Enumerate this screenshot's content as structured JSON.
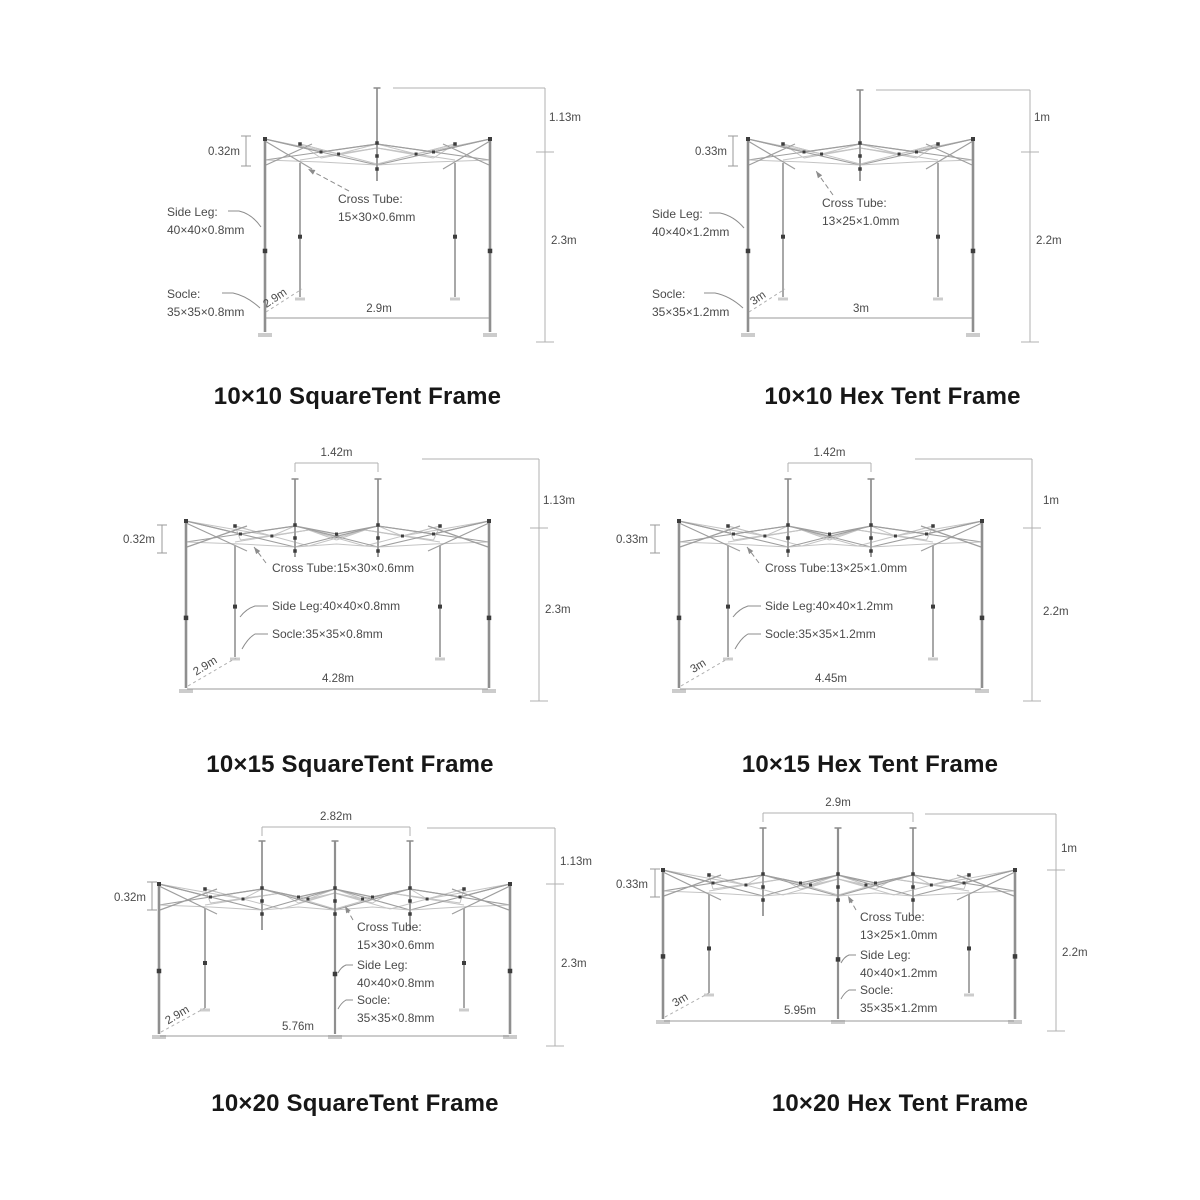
{
  "page": {
    "background": "#ffffff"
  },
  "panels": [
    {
      "id": "10x10-square",
      "title": "10×10 SquareTent Frame",
      "dims": {
        "canopy_height": "0.32m",
        "peak_height": "1.13m",
        "leg_height": "2.3m",
        "depth": "2.9m",
        "width": "2.9m",
        "peak_span": null
      },
      "labels": {
        "cross_tube_title": "Cross Tube:",
        "cross_tube_size": "15×30×0.6mm",
        "side_leg_title": "Side Leg:",
        "side_leg_size": "40×40×0.8mm",
        "socle_title": "Socle:",
        "socle_size": "35×35×0.8mm"
      }
    },
    {
      "id": "10x10-hex",
      "title": "10×10 Hex Tent Frame",
      "dims": {
        "canopy_height": "0.33m",
        "peak_height": "1m",
        "leg_height": "2.2m",
        "depth": "3m",
        "width": "3m",
        "peak_span": null
      },
      "labels": {
        "cross_tube_title": "Cross Tube:",
        "cross_tube_size": "13×25×1.0mm",
        "side_leg_title": "Side Leg:",
        "side_leg_size": "40×40×1.2mm",
        "socle_title": "Socle:",
        "socle_size": "35×35×1.2mm"
      }
    },
    {
      "id": "10x15-square",
      "title": "10×15 SquareTent Frame",
      "dims": {
        "canopy_height": "0.32m",
        "peak_height": "1.13m",
        "leg_height": "2.3m",
        "depth": "2.9m",
        "width": "4.28m",
        "peak_span": "1.42m"
      },
      "labels": {
        "cross_tube_title": "Cross Tube:",
        "cross_tube_size": "15×30×0.6mm",
        "side_leg_title": "Side Leg:",
        "side_leg_size": "40×40×0.8mm",
        "socle_title": "Socle:",
        "socle_size": "35×35×0.8mm"
      }
    },
    {
      "id": "10x15-hex",
      "title": "10×15 Hex Tent Frame",
      "dims": {
        "canopy_height": "0.33m",
        "peak_height": "1m",
        "leg_height": "2.2m",
        "depth": "3m",
        "width": "4.45m",
        "peak_span": "1.42m"
      },
      "labels": {
        "cross_tube_title": "Cross Tube:",
        "cross_tube_size": "13×25×1.0mm",
        "side_leg_title": "Side Leg:",
        "side_leg_size": "40×40×1.2mm",
        "socle_title": "Socle:",
        "socle_size": "35×35×1.2mm"
      }
    },
    {
      "id": "10x20-square",
      "title": "10×20 SquareTent Frame",
      "dims": {
        "canopy_height": "0.32m",
        "peak_height": "1.13m",
        "leg_height": "2.3m",
        "depth": "2.9m",
        "width": "5.76m",
        "peak_span": "2.82m"
      },
      "labels": {
        "cross_tube_title": "Cross Tube:",
        "cross_tube_size": "15×30×0.6mm",
        "side_leg_title": "Side Leg:",
        "side_leg_size": "40×40×0.8mm",
        "socle_title": "Socle:",
        "socle_size": "35×35×0.8mm"
      }
    },
    {
      "id": "10x20-hex",
      "title": "10×20 Hex Tent Frame",
      "dims": {
        "canopy_height": "0.33m",
        "peak_height": "1m",
        "leg_height": "2.2m",
        "depth": "3m",
        "width": "5.95m",
        "peak_span": "2.9m"
      },
      "labels": {
        "cross_tube_title": "Cross Tube:",
        "cross_tube_size": "13×25×1.0mm",
        "side_leg_title": "Side Leg:",
        "side_leg_size": "40×40×1.2mm",
        "socle_title": "Socle:",
        "socle_size": "35×35×1.2mm"
      }
    }
  ]
}
